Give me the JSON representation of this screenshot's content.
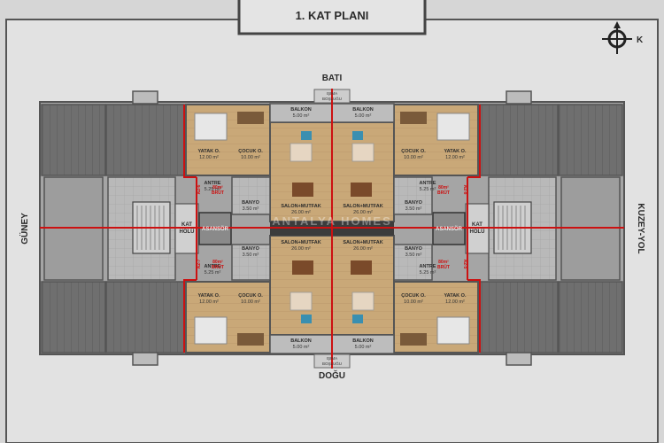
{
  "title": "1. KAT PLANI",
  "compass_label": "K",
  "directions": {
    "west": "BATI",
    "east": "DOĞU",
    "south": "GÜNEY",
    "north": "KUZEY-YOL"
  },
  "watermark": "ANTALYA HOMES",
  "rooms": {
    "yatak_name": "YATAK O.",
    "yatak_area": "12.00 m²",
    "cocuk_name": "ÇOCUK O.",
    "cocuk_area": "10.00 m²",
    "salon_name": "SALON+MUTFAK",
    "salon_area": "26.00 m²",
    "antre_name": "ANTRE",
    "antre_area": "5.25 m²",
    "banyo_name": "BANYO",
    "banyo_area": "3.50 m²",
    "balkon_name": "BALKON",
    "balkon_area": "5.00 m²",
    "isima_line1": "IŞIMA",
    "isima_line2": "BOŞLUĞU",
    "asansor": "ASANSÖR",
    "kat_line1": "KAT",
    "kat_line2": "HOLÜ",
    "brut_area": "80m²",
    "brut_word": "BRÜT"
  },
  "units": [
    "A2-5",
    "A2-6",
    "A2-7",
    "A2-8"
  ],
  "colors": {
    "wall": "#555555",
    "accent_red": "#cc1111",
    "floor_wood": "#c9a878",
    "floor_tile": "#b9b9b9",
    "deck": "#6f6f6f"
  }
}
